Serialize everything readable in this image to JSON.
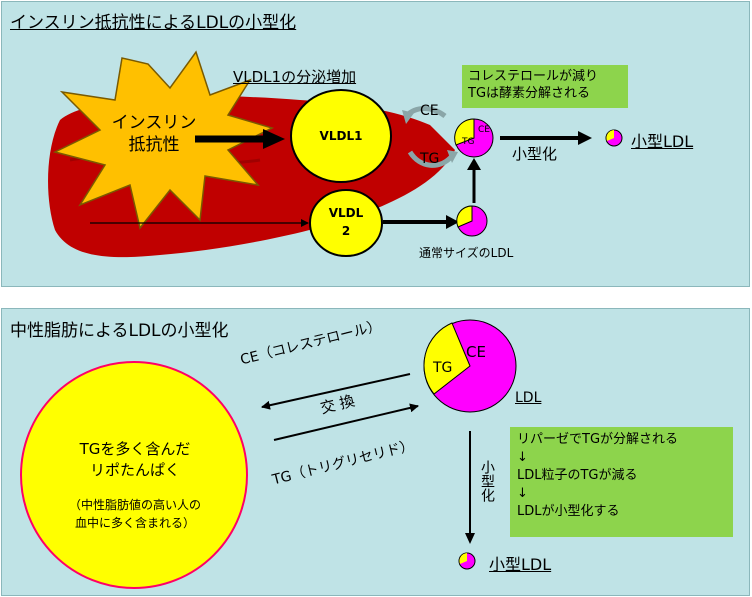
{
  "top": {
    "title": "インスリン抵抗性によるLDLの小型化",
    "vldl1_caption": "VLDL1の分泌増加",
    "insulin_line1": "インスリン",
    "insulin_line2": "抵抗性",
    "vldl1": "VLDL1",
    "vldl2_line1": "VLDL",
    "vldl2_line2": "2",
    "ce": "CE",
    "tg": "TG",
    "ldl_ce": "CE",
    "ldl_tg": "TG",
    "note_line1": "コレステロールが減り",
    "note_line2": "TGは酵素分解される",
    "shrink": "小型化",
    "small_ldl": "小型LDL",
    "normal_ldl": "通常サイズのLDL"
  },
  "bottom": {
    "title": "中性脂肪によるLDLの小型化",
    "big_line1": "TGを多く含んだ",
    "big_line2": "リポたんぱく",
    "big_sub1": "（中性脂肪値の高い人の",
    "big_sub2": "血中に多く含まれる）",
    "ce_label": "CE（コレステロール）",
    "exchange": "交 換",
    "tg_label": "TG（トリグリセリド）",
    "ldl_ce": "CE",
    "ldl_tg": "TG",
    "ldl": "LDL",
    "shrink_vertical": "小型化",
    "note_line1": "リパーゼでTGが分解される",
    "note_line2": "↓",
    "note_line3": "LDL粒子のTGが減る",
    "note_line4": "↓",
    "note_line5": "LDLが小型化する",
    "small_ldl": "小型LDL"
  },
  "colors": {
    "panel": "#bfe3e6",
    "yellow": "#ffff00",
    "magenta": "#ff00ff",
    "green_box": "#8dd44c",
    "starburst": "#ffc000",
    "liver": "#c00000"
  }
}
